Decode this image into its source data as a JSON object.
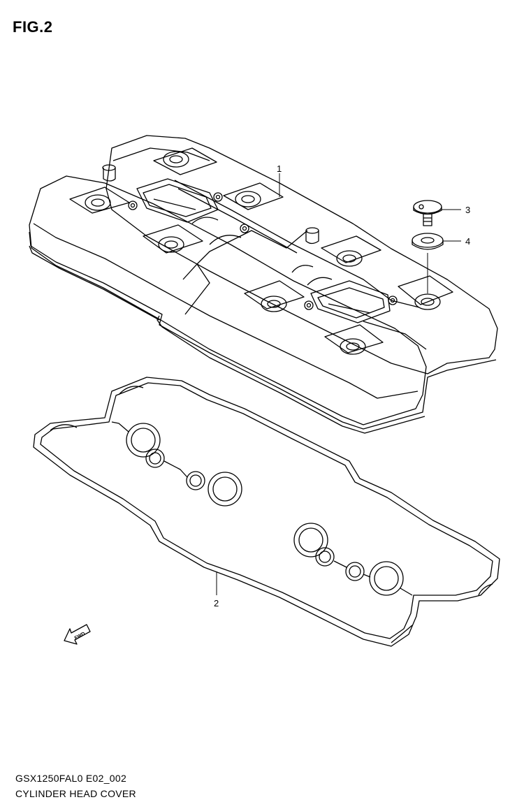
{
  "figure": {
    "title": "FIG.2"
  },
  "parts": [
    {
      "ref": "1"
    },
    {
      "ref": "2"
    },
    {
      "ref": "3"
    },
    {
      "ref": "4"
    }
  ],
  "direction_arrow": {
    "label": "FWD"
  },
  "footer": {
    "diagram_code": "GSX1250FAL0 E02_002",
    "diagram_name": "CYLINDER HEAD COVER"
  }
}
